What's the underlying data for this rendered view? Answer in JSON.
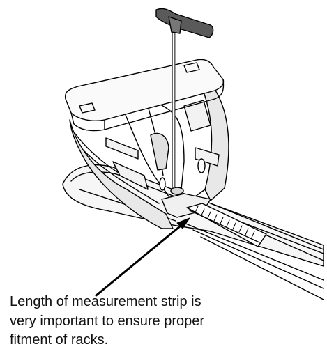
{
  "caption": {
    "lines": [
      "Length of measurement strip is",
      "very important to ensure proper",
      "fitment of racks."
    ]
  },
  "icons": [
    "t-handle-tool-icon",
    "roof-rack-foot-icon",
    "measurement-strip-icon",
    "callout-arrow-icon"
  ],
  "colors": {
    "line": "#000000",
    "background": "#ffffff",
    "fill_light": "#f2f2f2",
    "fill_mid": "#d9d9d9",
    "tool": "#5a5a5a"
  }
}
